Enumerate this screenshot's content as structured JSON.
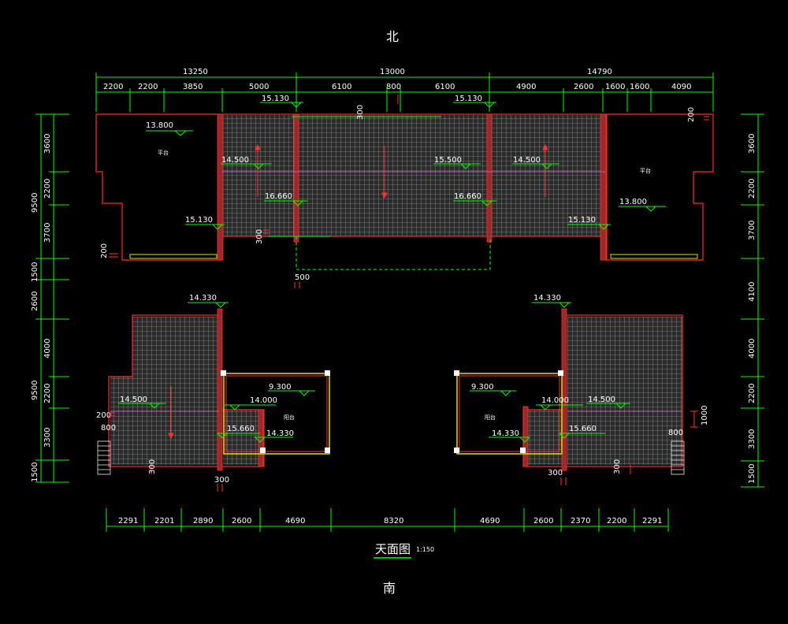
{
  "compass": {
    "north": "北",
    "south": "南"
  },
  "title": {
    "main": "天面图",
    "scale": "1:150"
  },
  "top_dims": {
    "overall": [
      "13250",
      "13000",
      "14790"
    ],
    "detail": [
      "2200",
      "2200",
      "3850",
      "5000",
      "6100",
      "800",
      "6100",
      "4900",
      "2600",
      "1600",
      "1600",
      "4090"
    ]
  },
  "bottom_dims": [
    "2291",
    "2201",
    "2890",
    "2600",
    "4690",
    "8320",
    "4690",
    "2600",
    "2370",
    "2200",
    "2291"
  ],
  "left_dims": {
    "overall": [
      "9500",
      "1500",
      "2600",
      "9500",
      "1500"
    ],
    "detail": [
      "3600",
      "2200",
      "3700",
      "4000",
      "2200",
      "3300"
    ]
  },
  "right_dims": [
    "3600",
    "2200",
    "3700",
    "4100",
    "4000",
    "2200",
    "3300",
    "1500"
  ],
  "elevations": {
    "n1": "13.800",
    "n2": "15.130",
    "n3": "14.500",
    "n4": "16.660",
    "n5": "15.130",
    "n6": "15.500",
    "n7": "15.130",
    "n8": "14.500",
    "n9": "16.660",
    "n10": "13.800",
    "n11": "15.130",
    "s1": "14.330",
    "s2": "14.500",
    "s3": "9.300",
    "s4": "14.000",
    "s5": "15.660",
    "s6": "14.330",
    "s7": "14.330",
    "s8": "9.300",
    "s9": "14.000",
    "s10": "14.500",
    "s11": "15.660",
    "s12": "14.330"
  },
  "small_dims": {
    "d200a": "200",
    "d200b": "200",
    "d300a": "300",
    "d300b": "300",
    "d500": "500",
    "d800a": "800",
    "d800b": "800",
    "d300c": "300",
    "d300d": "300",
    "d1000": "1000",
    "d300e": "300",
    "d300f": "300",
    "d200c": "200"
  },
  "labels": {
    "terrace_left": "平台",
    "terrace_right": "平台",
    "balcony_left": "阳台",
    "balcony_right": "阳台"
  }
}
